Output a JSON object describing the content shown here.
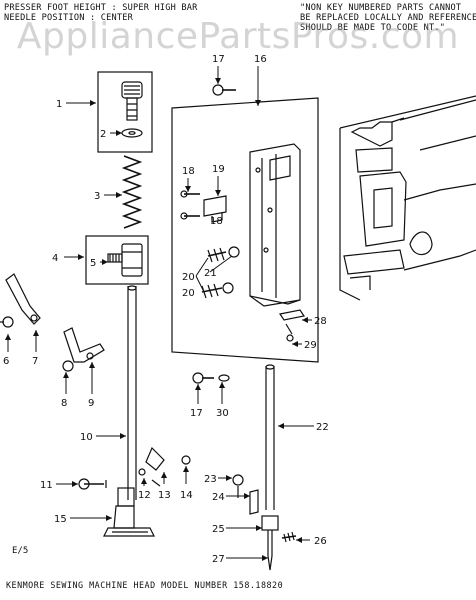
{
  "header": {
    "left": [
      "PRESSER FOOT HEIGHT : SUPER HIGH BAR",
      "NEEDLE POSITION : CENTER"
    ],
    "right": [
      "\"NON KEY NUMBERED PARTS CANNOT",
      "BE REPLACED LOCALLY AND REFERENCE",
      "SHOULD BE MADE TO CODE NT.\""
    ]
  },
  "watermark": "AppliancePartsPros.com",
  "corner_mark": "E/5",
  "footer": "KENMORE SEWING MACHINE HEAD MODEL NUMBER 158.18820",
  "callouts": [
    "1",
    "2",
    "3",
    "4",
    "5",
    "6",
    "7",
    "8",
    "9",
    "10",
    "11",
    "12",
    "13",
    "14",
    "15",
    "16",
    "17",
    "18",
    "19",
    "20",
    "21",
    "22",
    "23",
    "24",
    "25",
    "26",
    "27",
    "28",
    "29",
    "30",
    "17",
    "18",
    "20"
  ],
  "colors": {
    "ink": "#111111",
    "watermark": "#a0a0a0",
    "paper": "#ffffff"
  }
}
